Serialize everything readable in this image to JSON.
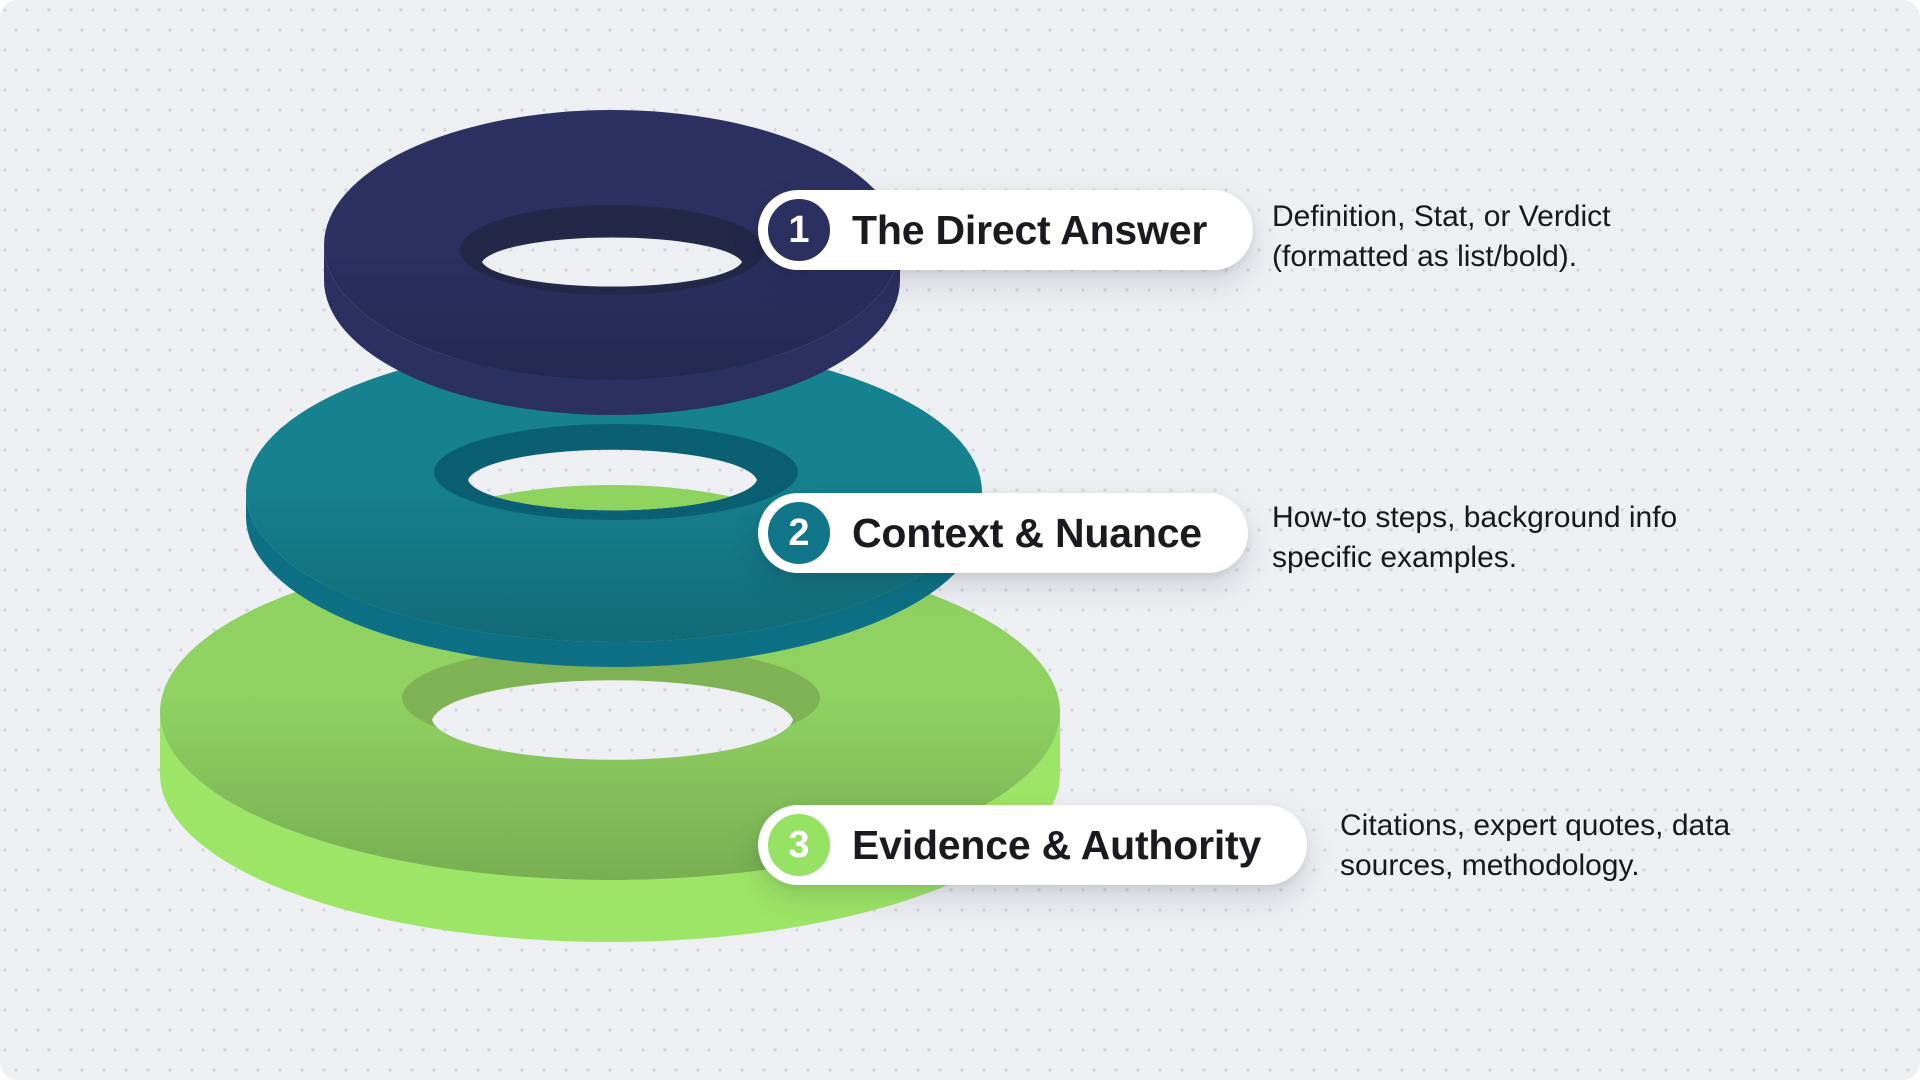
{
  "canvas": {
    "bg": "#edeff3",
    "dot": "#d4d7dd"
  },
  "layers": [
    {
      "number": "1",
      "label": "The Direct Answer",
      "badge_color": "#2b3060",
      "ring": {
        "top": "#2c3162",
        "front": "#2b3060",
        "inner": "#232849",
        "peek_below": "#0c96a6"
      },
      "description_lines": [
        "Definition, Stat, or Verdict",
        "(formatted as list/bold)."
      ]
    },
    {
      "number": "2",
      "label": "Context & Nuance",
      "badge_color": "#11768a",
      "ring": {
        "top": "#16818f",
        "front": "#0e7084",
        "inner": "#0b5f72",
        "peek_below": "#8ed35e"
      },
      "description_lines": [
        "How-to steps, background info",
        "specific examples."
      ]
    },
    {
      "number": "3",
      "label": "Evidence & Authority",
      "badge_color": "#96e264",
      "ring": {
        "top": "#90d262",
        "front": "#9de566",
        "inner": "#7eb254",
        "peek_below": ""
      },
      "description_lines": [
        "Citations, expert quotes, data",
        "sources, methodology."
      ]
    }
  ]
}
